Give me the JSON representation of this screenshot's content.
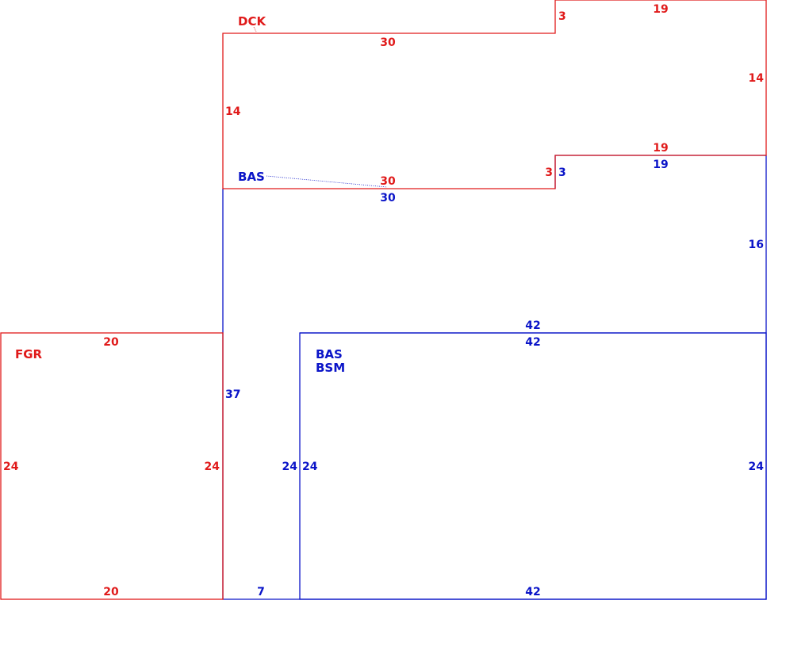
{
  "colors": {
    "red": "#e01a1a",
    "blue": "#0a14c8",
    "background": "#ffffff"
  },
  "areas": {
    "dck": {
      "code": "DCK"
    },
    "bas_top": {
      "code": "BAS"
    },
    "fgr": {
      "code": "FGR"
    },
    "bas_bsm": {
      "code_line1": "BAS",
      "code_line2": "BSM"
    }
  },
  "dimensions": {
    "dck_top_left": "30",
    "dck_step": "3",
    "dck_top_right": "19",
    "dck_right": "14",
    "dck_left": "14",
    "dck_bottom_left": "30",
    "dck_bottom_step": "3",
    "dck_bottom_right": "19",
    "bas_top_left": "30",
    "bas_step": "3",
    "bas_top_right": "19",
    "bas_right": "16",
    "bas_mid": "42",
    "bas_left": "37",
    "bas_bottom_short": "7",
    "fgr_top": "20",
    "fgr_left": "24",
    "fgr_right": "24",
    "fgr_bottom": "20",
    "bsm_top": "42",
    "bsm_left_outer": "24",
    "bsm_left_inner": "24",
    "bsm_right": "24",
    "bsm_bottom": "42"
  }
}
